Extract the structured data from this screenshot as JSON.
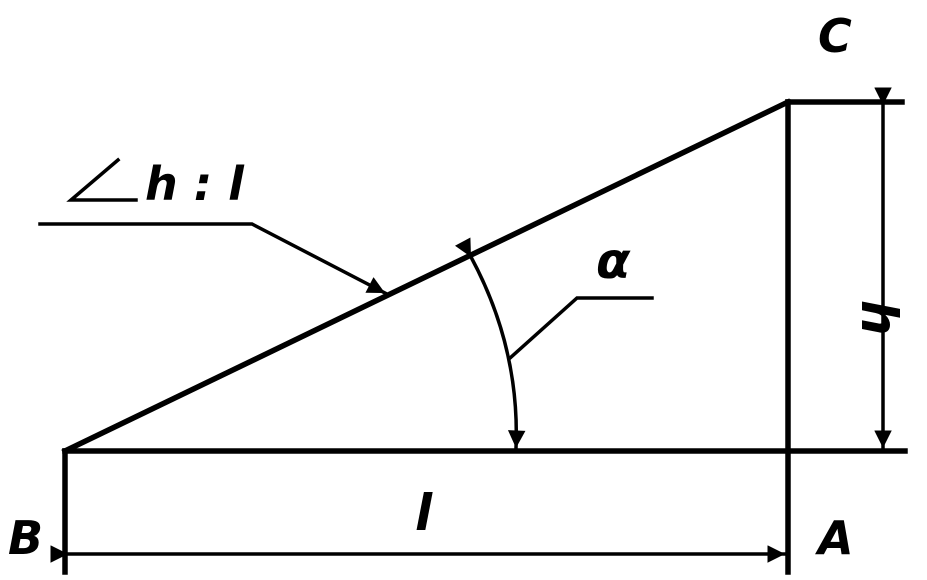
{
  "labels": {
    "vertex_b": "B",
    "vertex_a": "A",
    "vertex_c": "C",
    "height": "h",
    "length": "l",
    "angle": "α",
    "slope": "h : l"
  },
  "colors": {
    "line": "#000000",
    "background": "#ffffff"
  }
}
